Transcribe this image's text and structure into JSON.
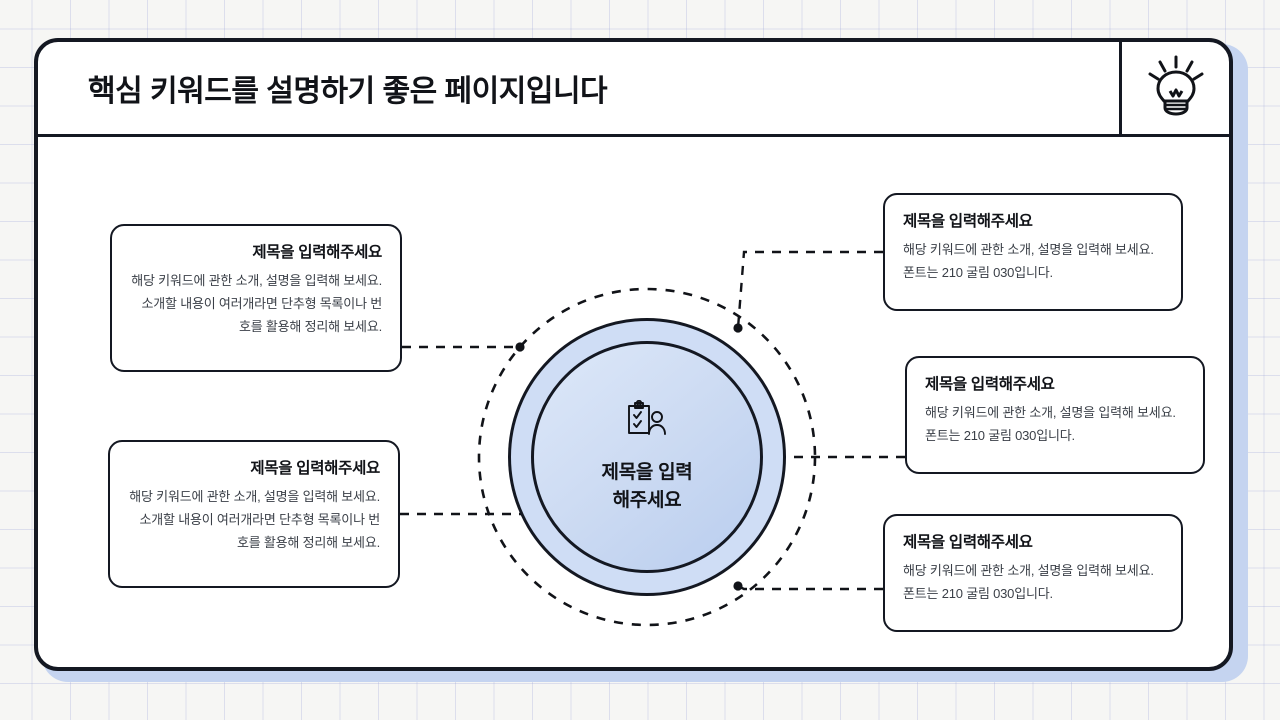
{
  "header": {
    "title": "핵심 키워드를 설명하기 좋은 페이지입니다",
    "icon": "lightbulb-icon"
  },
  "center": {
    "icon": "clipboard-checklist-person-icon",
    "label_line1": "제목을 입력",
    "label_line2": "해주세요",
    "colors": {
      "outer_ring_fill": "#cfddf5",
      "inner_circle_fill": "#c6d7f2",
      "stroke": "#141822"
    }
  },
  "boxes": {
    "left": [
      {
        "title": "제목을 입력해주세요",
        "body": "해당 키워드에 관한 소개, 설명을 입력해 보세요. 소개할 내용이 여러개라면 단추형 목록이나 번호를 활용해 정리해 보세요."
      },
      {
        "title": "제목을 입력해주세요",
        "body": "해당 키워드에 관한 소개, 설명을 입력해 보세요. 소개할 내용이 여러개라면 단추형 목록이나 번호를 활용해 정리해 보세요."
      }
    ],
    "right": [
      {
        "title": "제목을 입력해주세요",
        "body": "해당 키워드에 관한 소개, 설명을 입력해 보세요. 폰트는 210 굴림 030입니다."
      },
      {
        "title": "제목을 입력해주세요",
        "body": "해당 키워드에 관한 소개, 설명을 입력해 보세요. 폰트는 210 굴림 030입니다."
      },
      {
        "title": "제목을 입력해주세요",
        "body": "해당 키워드에 관한 소개, 설명을 입력해 보세요. 폰트는 210 굴림 030입니다."
      }
    ]
  },
  "theme": {
    "background": "#f6f6f4",
    "grid_line": "#96a0d7",
    "frame_accent": "#c5d4f0",
    "card_border": "#141822",
    "card_fill": "#ffffff"
  }
}
